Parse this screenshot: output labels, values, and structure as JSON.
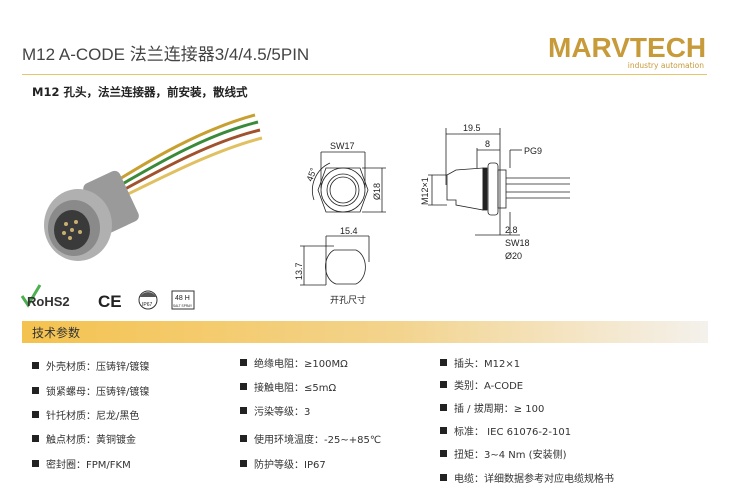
{
  "header": {
    "title": "M12 A-CODE 法兰连接器3/4/4.5/5PIN",
    "subtitle": "M12 孔头，法兰连接器，前安装，散线式"
  },
  "logo": {
    "brand": "MARVTECH",
    "tagline": "industry automation",
    "color": "#c79a3a"
  },
  "certifications": [
    {
      "name": "RoHS2",
      "label": "RoHS2"
    },
    {
      "name": "CE",
      "label": "CE"
    },
    {
      "name": "IP67",
      "label": "IP67"
    },
    {
      "name": "salt-spray",
      "label": "48 H",
      "sub": "SALT SPRAY"
    }
  ],
  "drawing": {
    "sw17": "SW17",
    "angle": "45°",
    "dia18": "Ø18",
    "w154": "15.4",
    "h137": "13.7",
    "cutout": "开孔尺寸",
    "len195": "19.5",
    "len8": "8",
    "pg9": "PG9",
    "m12": "M12×1",
    "len28": "2.8",
    "sw18": "SW18",
    "dia20": "Ø20"
  },
  "specs": {
    "title": "技术参数",
    "col1": [
      "外壳材质：压铸锌/镀镍",
      "锁紧螺母：压铸锌/镀镍",
      "针托材质：尼龙/黑色",
      "触点材质：黄铜镀金",
      "密封圈：FPM/FKM"
    ],
    "col2": [
      "绝缘电阻：≥100MΩ",
      "接触电阻：≤5mΩ",
      "污染等级：3",
      "使用环境温度：-25~+85℃",
      "防护等级：IP67"
    ],
    "col3": [
      "插头：M12×1",
      "类别：A-CODE",
      "插 / 拔周期：≥ 100",
      "标准： IEC 61076-2-101",
      "扭矩：3~4 Nm (安装侧)",
      "电缆：详细数据参考对应电缆规格书"
    ]
  },
  "colors": {
    "accent": "#f4c24e",
    "rule": "#e8c56a"
  }
}
